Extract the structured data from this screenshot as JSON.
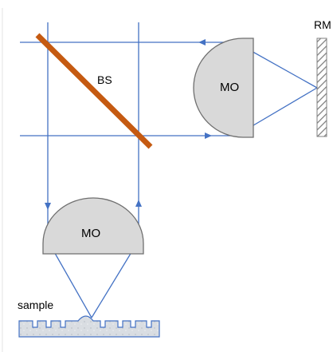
{
  "labels": {
    "beam_splitter": "BS",
    "objective_right": "MO",
    "objective_bottom": "MO",
    "reference_mirror": "RM",
    "sample": "sample"
  },
  "colors": {
    "beam": "#4472c4",
    "beam_splitter": "#c55a11",
    "lens_fill": "#d9d9d9",
    "lens_stroke": "#6f6f6f",
    "mirror_hatch": "#7f7f7f",
    "sample_fill": "#d9dde2",
    "sample_stroke": "#4472c4"
  },
  "icons": {
    "beam_arrow": "arrowhead",
    "mirror": "hatched-mirror",
    "sample": "grooved-sample"
  }
}
